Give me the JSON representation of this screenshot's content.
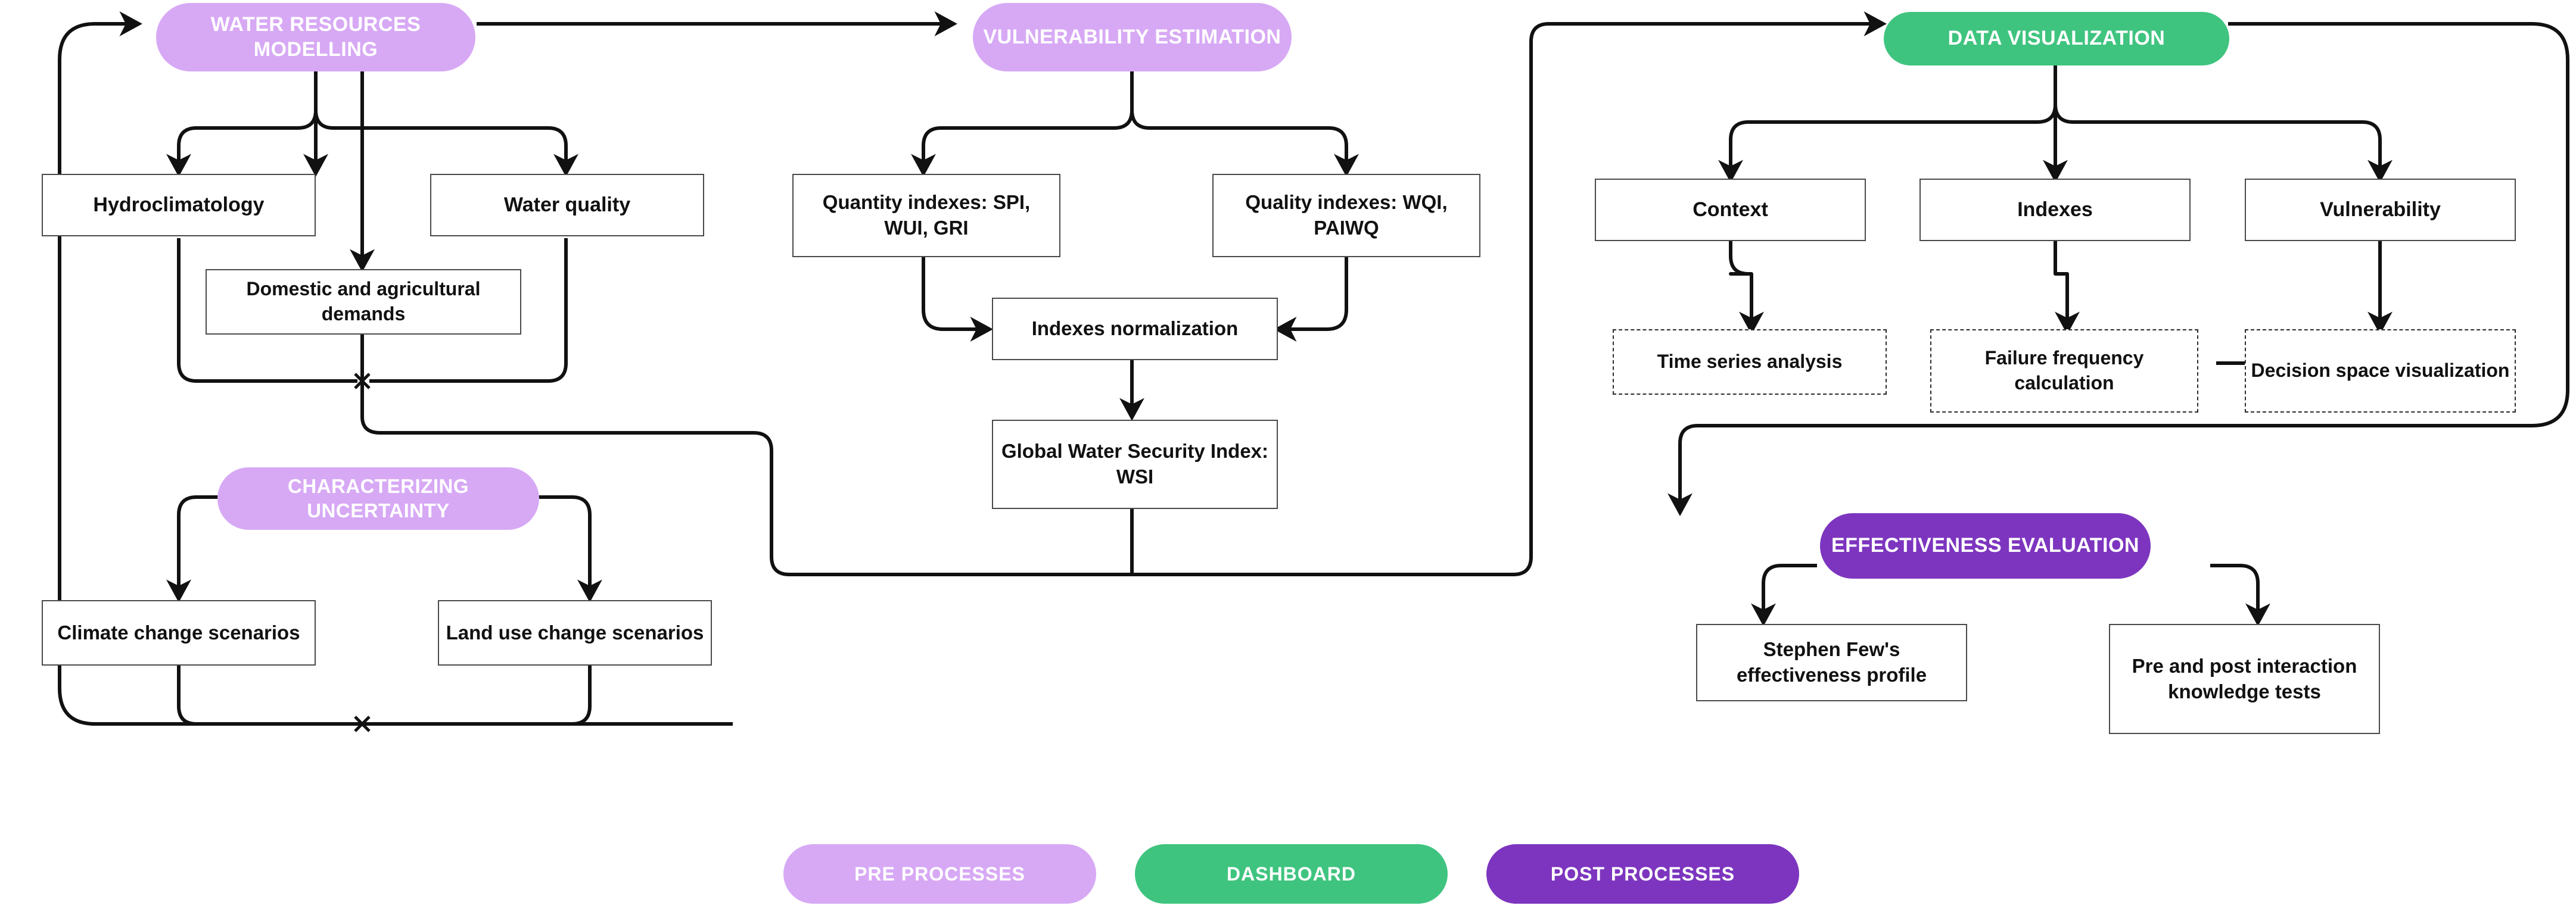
{
  "diagram": {
    "title": "Water security dashboard methodological framework",
    "colors": {
      "pre_process_lilac": "#D7A9F5",
      "dashboard_green": "#3FC47F",
      "post_process_violet": "#7D35BF",
      "box_border": "#4a4a4a",
      "connector": "#111111",
      "background": "#ffffff"
    }
  },
  "stages": {
    "water_resources_modelling": "WATER RESOURCES MODELLING",
    "vulnerability_estimation": "VULNERABILITY ESTIMATION",
    "data_visualization": "DATA VISUALIZATION",
    "characterizing_uncertainty": "CHARACTERIZING UNCERTAINTY",
    "effectiveness_evaluation": "EFFECTIVENESS EVALUATION"
  },
  "nodes": {
    "hydroclimatology": "Hydroclimatology",
    "water_quality": "Water quality",
    "domestic_agricultural_demands": "Domestic and agricultural demands",
    "climate_change_scenarios": "Climate change scenarios",
    "land_use_change_scenarios": "Land use change scenarios",
    "quantity_indexes": "Quantity indexes: SPI, WUI, GRI",
    "quality_indexes": "Quality indexes: WQI, PAIWQ",
    "indexes_normalization": "Indexes normalization",
    "global_water_security_index": "Global Water Security Index: WSI",
    "context": "Context",
    "indexes": "Indexes",
    "vulnerability": "Vulnerability",
    "time_series_analysis": "Time series analysis",
    "failure_frequency_calculation": "Failure frequency calculation",
    "decision_space_visualization": "Decision space visualization",
    "stephen_few_profile": "Stephen Few's effectiveness profile",
    "pre_post_knowledge_tests": "Pre and post interaction knowledge tests"
  },
  "legend": {
    "pre_processes": "PRE PROCESSES",
    "dashboard": "DASHBOARD",
    "post_processes": "POST PROCESSES"
  }
}
